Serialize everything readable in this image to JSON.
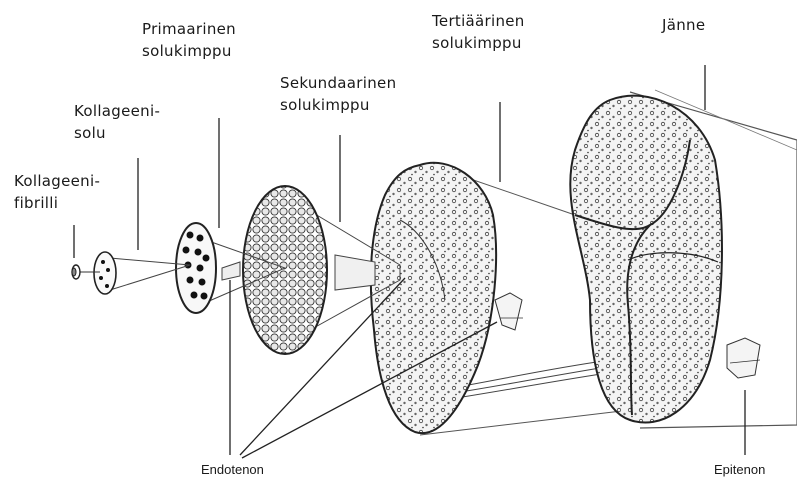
{
  "labels": {
    "kollageenifibrilli": [
      "Kollageeni-",
      "fibrilli"
    ],
    "kollageenisolu": [
      "Kollageeni-",
      "solu"
    ],
    "primaarinen": [
      "Primaarinen",
      "solukimppu"
    ],
    "sekundaarinen": [
      "Sekundaarinen",
      "solukimppu"
    ],
    "tertiaarinen": [
      "Tertiäärinen",
      "solukimppu"
    ],
    "janne": "Jänne",
    "endotenon": "Endotenon",
    "epitenon": "Epitenon"
  }
}
